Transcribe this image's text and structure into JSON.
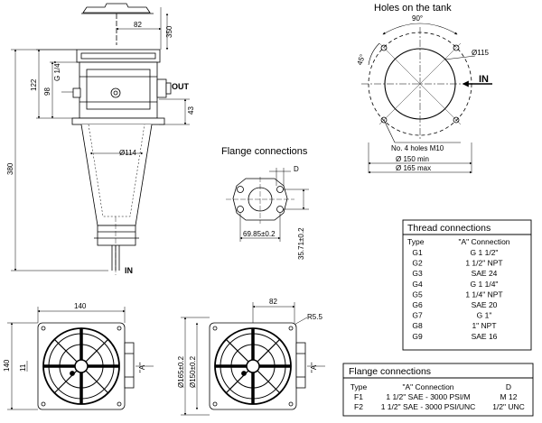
{
  "holes_on_tank": {
    "title": "Holes on the tank",
    "angle_top": "90°",
    "angle_side": "45°",
    "hole_dia": "Ø115",
    "in_label": "IN",
    "holes_note": "No. 4 holes M10",
    "dia_min": "Ø 150 min",
    "dia_max": "Ø 165 max"
  },
  "side_view": {
    "dim_82": "82",
    "dim_350": "350",
    "dim_122": "122",
    "dim_98": "98",
    "thread": "G 1/4\"",
    "out_label": "OUT",
    "dim_43": "43",
    "dim_380": "380",
    "dia_114": "Ø114",
    "in_label": "IN"
  },
  "flange_drawing": {
    "title": "Flange connections",
    "dim_d": "D",
    "dim_x": "69.85±0.2",
    "dim_y": "35.71±0.2"
  },
  "bottom_views": {
    "dim_140_top": "140",
    "dim_140_side": "140",
    "dim_11": "11",
    "a_left": "\"A\"",
    "dim_82": "82",
    "dim_r55": "R5.5",
    "dia_165": "Ø165±0.2",
    "dia_150": "Ø150±0.2",
    "a_right": "\"A\""
  },
  "thread_table": {
    "title": "Thread connections",
    "headers": [
      "Type",
      "\"A\" Connection"
    ],
    "rows": [
      [
        "G1",
        "G 1 1/2\""
      ],
      [
        "G2",
        "1 1/2\" NPT"
      ],
      [
        "G3",
        "SAE 24"
      ],
      [
        "G4",
        "G 1 1/4\""
      ],
      [
        "G5",
        "1 1/4\" NPT"
      ],
      [
        "G6",
        "SAE 20"
      ],
      [
        "G7",
        "G 1\""
      ],
      [
        "G8",
        "1\" NPT"
      ],
      [
        "G9",
        "SAE 16"
      ]
    ]
  },
  "flange_table": {
    "title": "Flange connections",
    "headers": [
      "Type",
      "\"A\" Connection",
      "D"
    ],
    "rows": [
      [
        "F1",
        "1 1/2\" SAE - 3000 PSI/M",
        "M 12"
      ],
      [
        "F2",
        "1 1/2\" SAE - 3000 PSI/UNC",
        "1/2\" UNC"
      ]
    ]
  }
}
